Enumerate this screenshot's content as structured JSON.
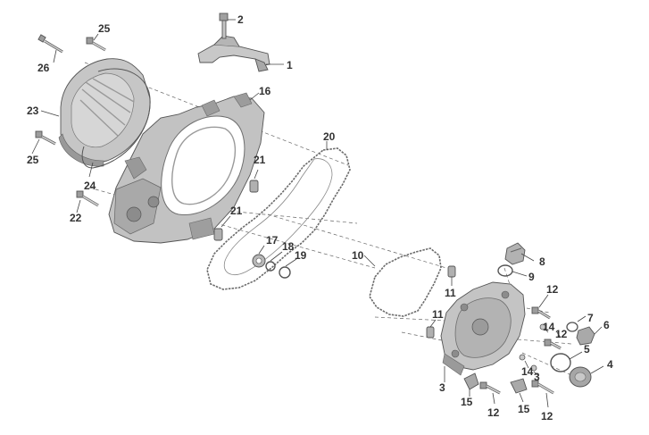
{
  "diagram": {
    "callouts": [
      {
        "id": "c-2",
        "label": "2"
      },
      {
        "id": "c-1",
        "label": "1"
      },
      {
        "id": "c-25a",
        "label": "25"
      },
      {
        "id": "c-26",
        "label": "26"
      },
      {
        "id": "c-16",
        "label": "16"
      },
      {
        "id": "c-23",
        "label": "23"
      },
      {
        "id": "c-20",
        "label": "20"
      },
      {
        "id": "c-21a",
        "label": "21"
      },
      {
        "id": "c-25b",
        "label": "25"
      },
      {
        "id": "c-24",
        "label": "24"
      },
      {
        "id": "c-22",
        "label": "22"
      },
      {
        "id": "c-21b",
        "label": "21"
      },
      {
        "id": "c-17",
        "label": "17"
      },
      {
        "id": "c-18",
        "label": "18"
      },
      {
        "id": "c-19",
        "label": "19"
      },
      {
        "id": "c-10",
        "label": "10"
      },
      {
        "id": "c-8",
        "label": "8"
      },
      {
        "id": "c-9",
        "label": "9"
      },
      {
        "id": "c-11a",
        "label": "11"
      },
      {
        "id": "c-12a",
        "label": "12"
      },
      {
        "id": "c-11b",
        "label": "11"
      },
      {
        "id": "c-7",
        "label": "7"
      },
      {
        "id": "c-14a",
        "label": "14"
      },
      {
        "id": "c-12b",
        "label": "12"
      },
      {
        "id": "c-6",
        "label": "6"
      },
      {
        "id": "c-5",
        "label": "5"
      },
      {
        "id": "c-14b",
        "label": "14"
      },
      {
        "id": "c-3a",
        "label": "3"
      },
      {
        "id": "c-4",
        "label": "4"
      },
      {
        "id": "c-3b",
        "label": "3"
      },
      {
        "id": "c-15a",
        "label": "15"
      },
      {
        "id": "c-12c",
        "label": "12"
      },
      {
        "id": "c-15b",
        "label": "15"
      },
      {
        "id": "c-12d",
        "label": "12"
      }
    ],
    "colors": {
      "part_fill": "#c8c8c8",
      "part_dark": "#8f8f8f",
      "part_light": "#e4e4e4",
      "line": "#444444",
      "text": "#333333"
    }
  }
}
